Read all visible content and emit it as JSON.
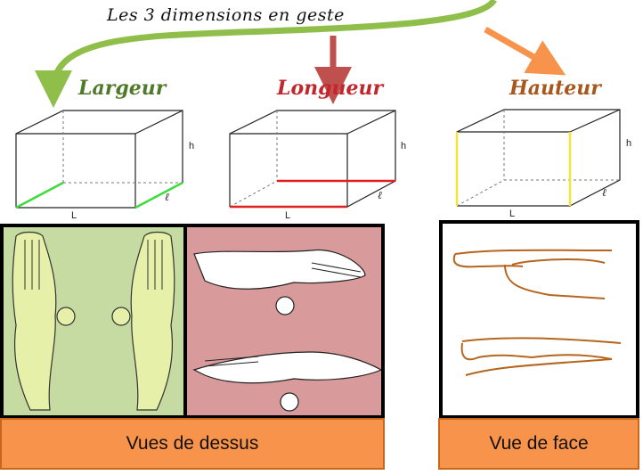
{
  "title": "Les 3 dimensions en geste",
  "headings": {
    "largeur": "Largeur",
    "longueur": "Longueur",
    "hauteur": "Hauteur"
  },
  "dimension_labels": {
    "h": "h",
    "l": "ℓ",
    "L": "L"
  },
  "buttons": {
    "views_top": "Vues de dessus",
    "view_front": "Vue de face"
  },
  "colors": {
    "largeur": "#4f7a2a",
    "longueur": "#c0262c",
    "hauteur": "#a8561c",
    "highlight_green": "#3ddc3d",
    "highlight_red": "#e02020",
    "highlight_yellow": "#f2e43a",
    "arrow_green": "#8fbf4a",
    "arrow_red": "#c0504d",
    "arrow_orange": "#f7934a",
    "panel_green": "#c5dba1",
    "panel_pink": "#d89a9a",
    "button": "#f7934a"
  }
}
